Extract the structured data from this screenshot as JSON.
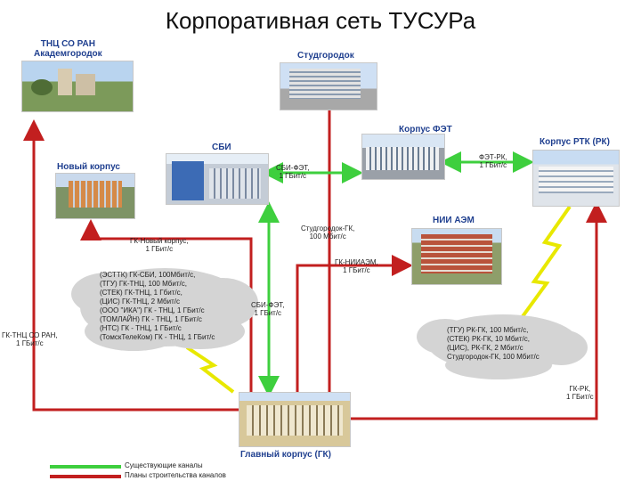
{
  "title": "Корпоративная сеть ТУСУРа",
  "colors": {
    "existing": "#3ecf3e",
    "planned": "#c21f1f",
    "label_blue": "#1f3f8f",
    "zigzag": "#e8e800"
  },
  "buildings": {
    "tnc": "ТНЦ СО РАН\nАкадемгородок",
    "studgorodok": "Студгородок",
    "fet": "Корпус ФЭТ",
    "rtk": "Корпус РТК (РК)",
    "sbi": "СБИ",
    "new": "Новый корпус",
    "niiaem": "НИИ АЭМ",
    "main": "Главный корпус (ГК)"
  },
  "links": {
    "sbi_fet": "СБИ-ФЭТ,\n1 ГБит/с",
    "fet_rk": "ФЭТ-РК,\n1 ГБит/с",
    "studgorodok_gk": "Студгородок-ГК,\n100 Мбит/с",
    "gk_new": "ГК-Новый корпус,\n1 ГБит/с",
    "gk_niiaem": "ГК-НИИАЭМ,\n1 ГБит/с",
    "sbi_fet_vertical": "СБИ-ФЭТ,\n1 ГБит/с",
    "gk_tnc": "ГК-ТНЦ СО РАН,\n1 ГБит/с",
    "gk_rk": "ГК-РК,\n1 ГБит/с"
  },
  "clouds": {
    "left": "(ЭСТТК) ГК-СБИ, 100Мбит/с,\n(ТГУ) ГК-ТНЦ, 100 Мбит/с,\n(СТЕК) ГК-ТНЦ, 1 Гбит/с,\n(ЦИС) ГК-ТНЦ, 2 Мбит/с\n(ООО \"ИКА\") ГК - ТНЦ, 1 ГБит/с\n(ТОМЛАЙН) ГК - ТНЦ, 1 ГБит/с\n(НТС) ГК - ТНЦ, 1 ГБит/с\n(ТомскТелеКом) ГК - ТНЦ, 1 ГБит/с",
    "right": "(ТГУ) РК-ГК, 100 Мбит/с,\n(СТЕК) РК-ГК, 10 Мбит/с,\n(ЦИС), РК-ГК, 2 Мбит/с\nСтудгородок-ГК, 100 Мбит/с"
  },
  "legend": {
    "existing": "Существующие каналы",
    "planned": "Планы строительства каналов"
  }
}
